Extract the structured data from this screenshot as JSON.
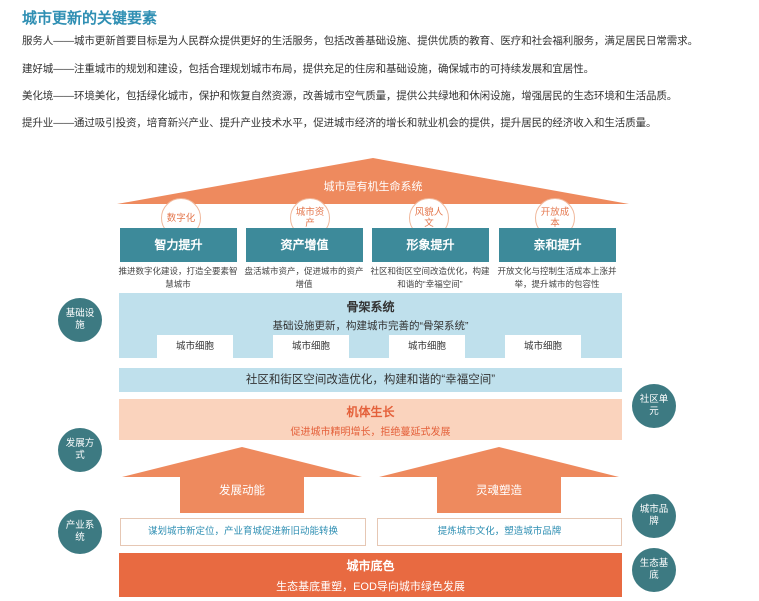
{
  "title": "城市更新的关键要素",
  "paragraphs": [
    "服务人——城市更新首要目标是为人民群众提供更好的生活服务，包括改善基础设施、提供优质的教育、医疗和社会福利服务，满足居民日常需求。",
    "建好城——注重城市的规划和建设，包括合理规划城市布局，提供充足的住房和基础设施，确保城市的可持续发展和宜居性。",
    "美化境——环境美化，包括绿化城市，保护和恢复自然资源，改善城市空气质量，提供公共绿地和休闲设施，增强居民的生态环境和生活品质。",
    "提升业——通过吸引投资，培育新兴产业、提升产业技术水平，促进城市经济的增长和就业机会的提供，提升居民的经济收入和生活质量。"
  ],
  "diagram": {
    "roof_label": "城市是有机生命系统",
    "pillars": [
      {
        "circle": "数字化",
        "label": "智力提升",
        "desc": "推进数字化建设，打造全要素智慧城市"
      },
      {
        "circle": "城市资产",
        "label": "资产增值",
        "desc": "盘活城市资产，促进城市的资产增值"
      },
      {
        "circle": "风貌人文",
        "label": "形象提升",
        "desc": "社区和街区空间改造优化，构建和谐的“幸福空间”"
      },
      {
        "circle": "开放成本",
        "label": "亲和提升",
        "desc": "开放文化与控制生活成本上涨并举，提升城市的包容性"
      }
    ],
    "skeleton": {
      "title": "骨架系统",
      "subtitle": "基础设施更新，构建城市完善的“骨架系统”",
      "cells": [
        "城市细胞",
        "城市细胞",
        "城市细胞",
        "城市细胞"
      ]
    },
    "community_band": "社区和街区空间改造优化，构建和谐的“幸福空间”",
    "body": {
      "title": "机体生长",
      "subtitle": "促进城市精明增长，拒绝蔓延式发展"
    },
    "arrows": [
      {
        "label": "发展动能",
        "box": "谋划城市新定位，产业育城促进新旧动能转换"
      },
      {
        "label": "灵魂塑造",
        "box": "提炼城市文化，塑造城市品牌"
      }
    ],
    "base": {
      "title": "城市底色",
      "subtitle": "生态基底重塑，EOD导向城市绿色发展"
    },
    "side_left": [
      "基础设施",
      "发展方式",
      "产业系统"
    ],
    "side_right": [
      "社区单元",
      "城市品牌",
      "生态基底"
    ]
  },
  "colors": {
    "accent_blue": "#2f8fb3",
    "teal": "#3d8a9a",
    "orange": "#e86a41",
    "light_blue": "#bfe0ec",
    "peach": "#fad3bd"
  }
}
